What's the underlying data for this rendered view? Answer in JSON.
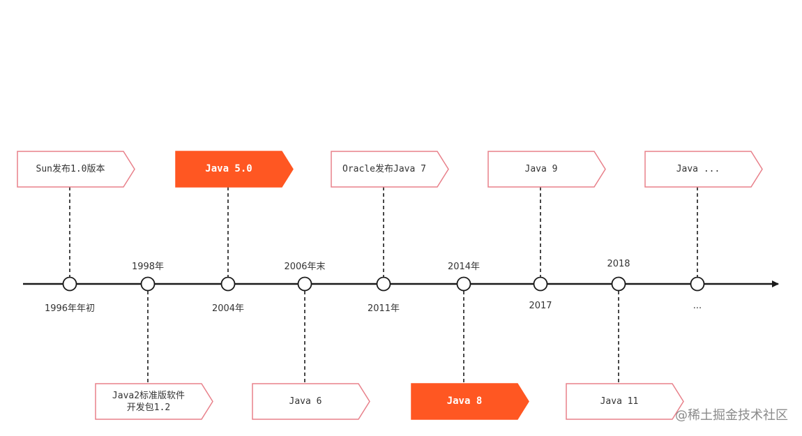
{
  "colors": {
    "line": "#1a1a1a",
    "box_border": "#e8808a",
    "highlight_fill": "#ff5722",
    "node_fill": "#ffffff"
  },
  "watermark": "@稀土掘金技术社区",
  "events": [
    {
      "date": "1996年年初",
      "text": "Sun发布1.0版本",
      "highlight": false
    },
    {
      "date": "1998年",
      "text": "Java2标准版软件\n开发包1.2",
      "highlight": false
    },
    {
      "date": "2004年",
      "text": "Java 5.0",
      "highlight": true
    },
    {
      "date": "2006年末",
      "text": "Java 6",
      "highlight": false
    },
    {
      "date": "2011年",
      "text": "Oracle发布Java 7",
      "highlight": false
    },
    {
      "date": "2014年",
      "text": "Java 8",
      "highlight": true
    },
    {
      "date": "2017",
      "text": "Java 9",
      "highlight": false
    },
    {
      "date": "2018",
      "text": "Java 11",
      "highlight": false
    },
    {
      "date": "...",
      "text": "Java ...",
      "highlight": false
    }
  ]
}
